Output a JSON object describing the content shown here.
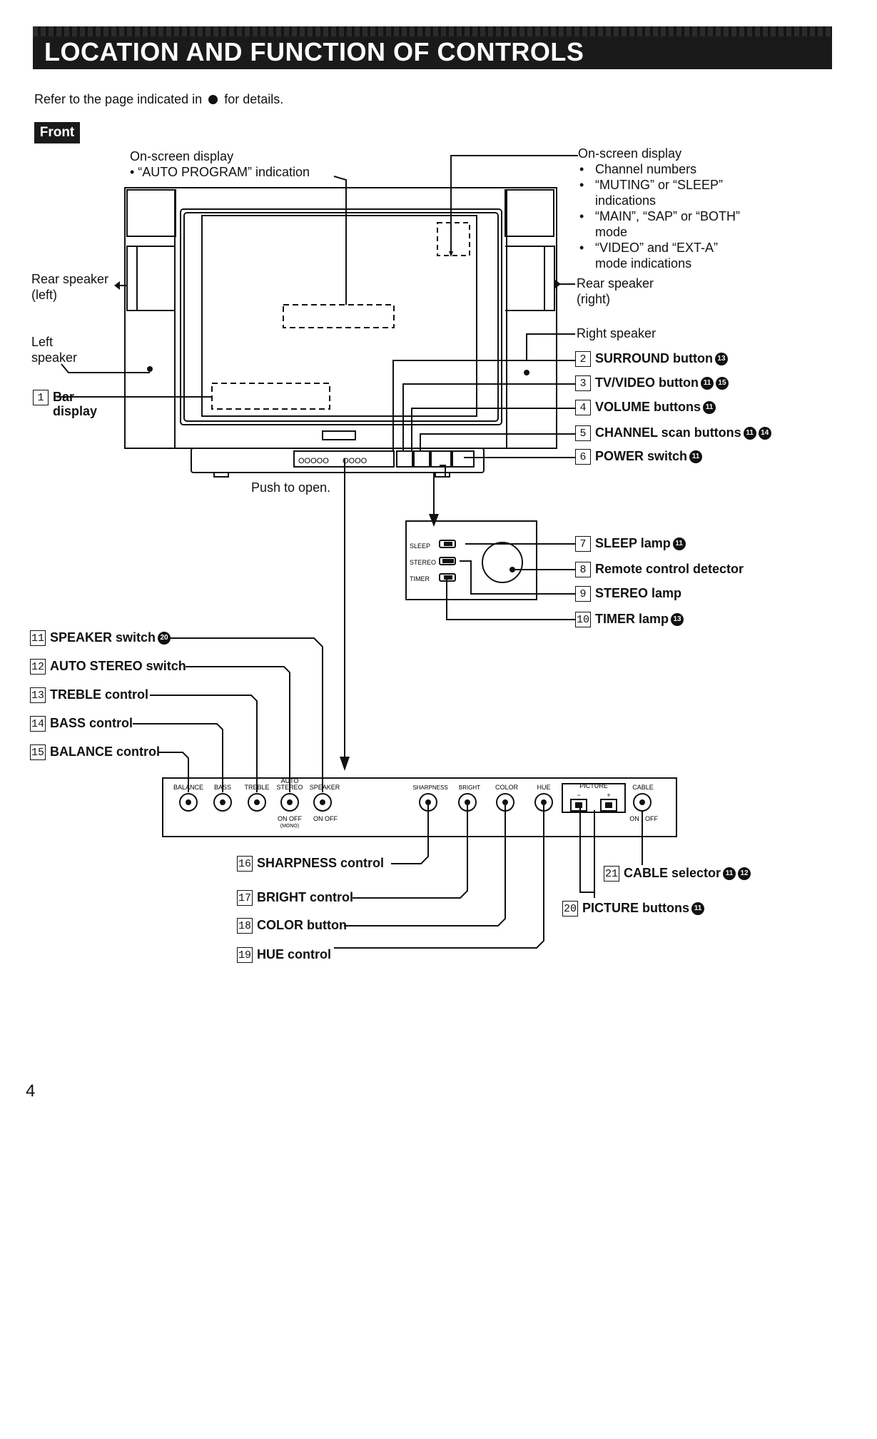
{
  "header": {
    "title": "LOCATION AND FUNCTION OF CONTROLS"
  },
  "intro": {
    "before": "Refer to the page indicated in",
    "after": "for details."
  },
  "section": {
    "front_label": "Front"
  },
  "labels": {
    "osd_left_title": "On-screen display",
    "osd_left_item": "•  “AUTO PROGRAM” indication",
    "osd_right_title": "On-screen display",
    "osd_right_items": [
      "Channel numbers",
      "“MUTING” or “SLEEP” indications",
      "“MAIN”, “SAP” or “BOTH” mode",
      "“VIDEO” and “EXT-A” mode indications"
    ],
    "rear_speaker_left": "Rear speaker",
    "rear_speaker_left_sub": "(left)",
    "rear_speaker_right": "Rear speaker",
    "rear_speaker_right_sub": "(right)",
    "left_speaker_1": "Left",
    "left_speaker_2": "speaker",
    "right_speaker": "Right speaker",
    "push_to_open": "Push to open."
  },
  "controls": [
    {
      "num": "1",
      "name": "Bar",
      "name2": "display",
      "refs": []
    },
    {
      "num": "2",
      "name": "SURROUND button",
      "refs": [
        "13"
      ]
    },
    {
      "num": "3",
      "name": "TV/VIDEO button",
      "refs": [
        "11",
        "15"
      ]
    },
    {
      "num": "4",
      "name": "VOLUME buttons",
      "refs": [
        "11"
      ]
    },
    {
      "num": "5",
      "name": "CHANNEL scan buttons",
      "refs": [
        "11",
        "14"
      ]
    },
    {
      "num": "6",
      "name": "POWER switch",
      "refs": [
        "11"
      ]
    },
    {
      "num": "7",
      "name": "SLEEP lamp",
      "refs": [
        "11"
      ]
    },
    {
      "num": "8",
      "name": "Remote control detector",
      "refs": []
    },
    {
      "num": "9",
      "name": "STEREO lamp",
      "refs": []
    },
    {
      "num": "10",
      "name": "TIMER lamp",
      "refs": [
        "13"
      ]
    },
    {
      "num": "11",
      "name": "SPEAKER switch",
      "refs": [
        "20"
      ]
    },
    {
      "num": "12",
      "name": "AUTO STEREO switch",
      "refs": []
    },
    {
      "num": "13",
      "name": "TREBLE control",
      "refs": []
    },
    {
      "num": "14",
      "name": "BASS control",
      "refs": []
    },
    {
      "num": "15",
      "name": "BALANCE control",
      "refs": []
    },
    {
      "num": "16",
      "name": "SHARPNESS control",
      "refs": []
    },
    {
      "num": "17",
      "name": "BRIGHT control",
      "refs": []
    },
    {
      "num": "18",
      "name": "COLOR button",
      "refs": []
    },
    {
      "num": "19",
      "name": "HUE control",
      "refs": []
    },
    {
      "num": "20",
      "name": "PICTURE buttons",
      "refs": [
        "11"
      ]
    },
    {
      "num": "21",
      "name": "CABLE selector",
      "refs": [
        "11",
        "12"
      ]
    }
  ],
  "lamp_panel": {
    "sleep": "SLEEP",
    "stereo": "STEREO",
    "timer": "TIMER"
  },
  "tv_panel": {
    "digits_left": "OOOOO",
    "digits_right": "OOOO"
  },
  "bottom_panel": {
    "balance": "BALANCE",
    "bass": "BASS",
    "treble": "TREBLE",
    "auto": "AUTO",
    "stereo": "STEREO",
    "speaker": "SPEAKER",
    "on_off_1": "ON  OFF",
    "mono": "(MONO)",
    "on_off_2": "ON  OFF",
    "sharpness": "SHARPNESS",
    "bright": "BRIGHT",
    "color": "COLOR",
    "hue": "HUE",
    "picture": "PICTURE",
    "minus": "−",
    "plus": "+",
    "cable": "CABLE",
    "on": "ON",
    "off": "OFF"
  },
  "page_number": "4"
}
